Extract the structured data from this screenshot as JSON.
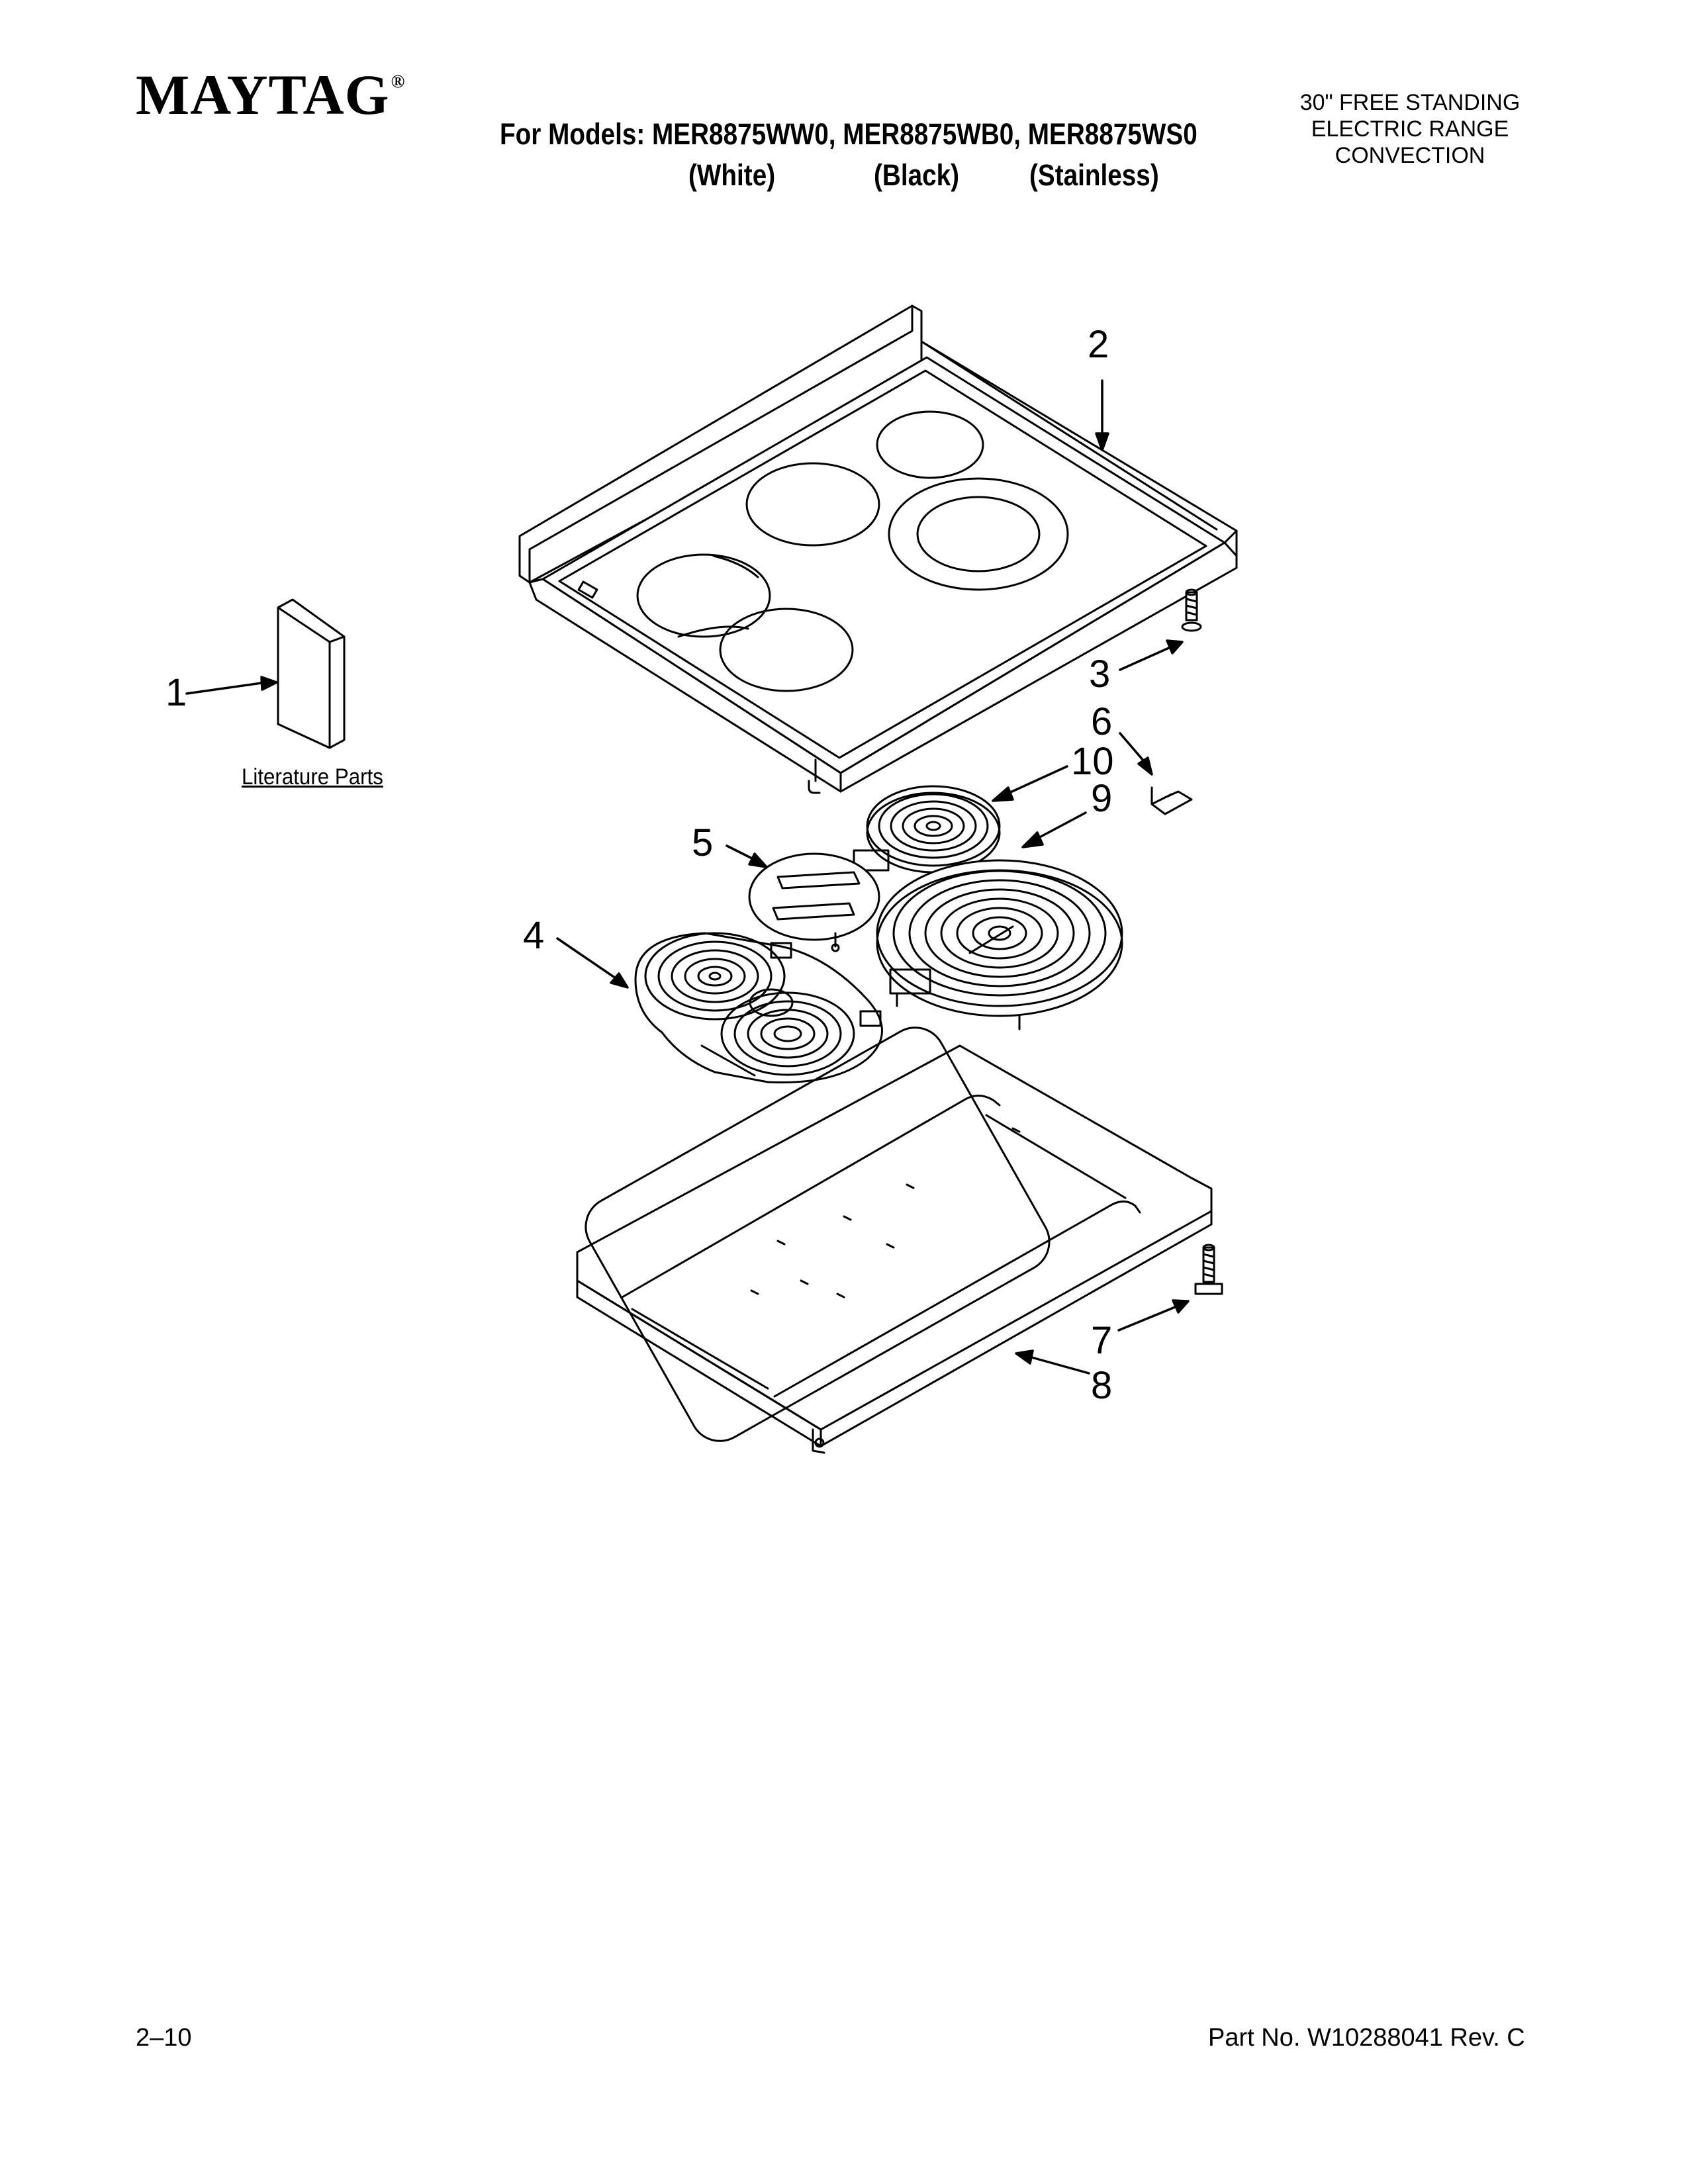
{
  "brand": "MAYTAG",
  "header": {
    "models_label": "For Models: MER8875WW0, MER8875WB0, MER8875WS0",
    "colors": [
      "(White)",
      "(Black)",
      "(Stainless)"
    ],
    "product_lines": [
      "30\" FREE STANDING",
      "ELECTRIC RANGE",
      "CONVECTION"
    ]
  },
  "diagram": {
    "literature_label": "Literature Parts",
    "callouts": [
      "1",
      "2",
      "3",
      "4",
      "5",
      "6",
      "7",
      "8",
      "9",
      "10"
    ]
  },
  "footer": {
    "page_number": "2–10",
    "part_number": "Part No. W10288041 Rev. C"
  },
  "colors": {
    "ink": "#000000",
    "paper": "#ffffff"
  }
}
